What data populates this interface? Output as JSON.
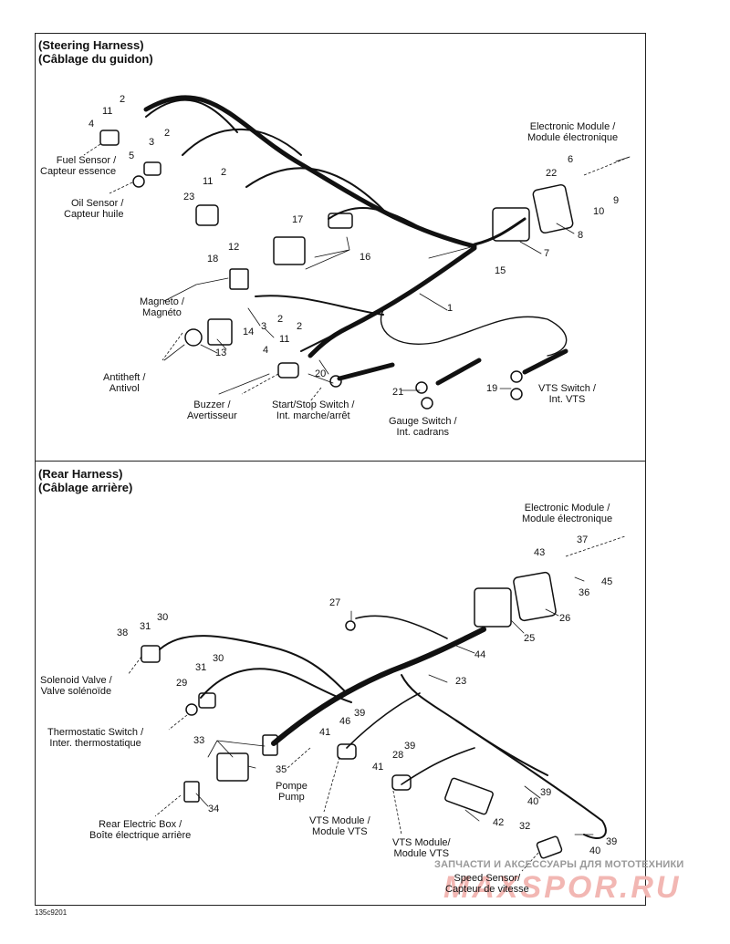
{
  "sections": {
    "steering": {
      "title_line1": "(Steering Harness)",
      "title_line2": "(Câblage du guidon)"
    },
    "rear": {
      "title_line1": "(Rear Harness)",
      "title_line2": "(Câblage arrière)"
    }
  },
  "steering_labels": {
    "electronic_module": [
      "Electronic Module /",
      "Module électronique"
    ],
    "fuel_sensor": [
      "Fuel Sensor /",
      "Capteur essence"
    ],
    "oil_sensor": [
      "Oil Sensor /",
      "Capteur huile"
    ],
    "magneto": [
      "Magneto /",
      "Magnéto"
    ],
    "antitheft": [
      "Antitheft /",
      "Antivol"
    ],
    "buzzer": [
      "Buzzer /",
      "Avertisseur"
    ],
    "start_stop": [
      "Start/Stop Switch /",
      "Int. marche/arrêt"
    ],
    "gauge_switch": [
      "Gauge Switch /",
      "Int. cadrans"
    ],
    "vts_switch": [
      "VTS Switch /",
      "Int. VTS"
    ]
  },
  "rear_labels": {
    "electronic_module": [
      "Electronic Module /",
      "Module électronique"
    ],
    "solenoid": [
      "Solenoid Valve /",
      "Valve solénoïde"
    ],
    "thermostatic": [
      "Thermostatic Switch /",
      "Inter. thermostatique"
    ],
    "pump": [
      "Pompe",
      "Pump"
    ],
    "rear_box": [
      "Rear Electric Box /",
      "Boîte électrique arrière"
    ],
    "vts_module_1": [
      "VTS Module /",
      "Module VTS"
    ],
    "vts_module_2": [
      "VTS Module/",
      "Module VTS"
    ],
    "speed_sensor": [
      "Speed Sensor/",
      "Capteur de vitesse"
    ]
  },
  "steering_numbers": [
    "2",
    "11",
    "4",
    "2",
    "3",
    "5",
    "2",
    "11",
    "23",
    "17",
    "6",
    "22",
    "9",
    "10",
    "8",
    "7",
    "16",
    "12",
    "18",
    "15",
    "1",
    "2",
    "3",
    "14",
    "13",
    "2",
    "11",
    "4",
    "20",
    "21",
    "19"
  ],
  "rear_numbers": [
    "37",
    "43",
    "45",
    "36",
    "26",
    "27",
    "25",
    "44",
    "30",
    "31",
    "38",
    "30",
    "31",
    "29",
    "23",
    "39",
    "46",
    "41",
    "33",
    "35",
    "39",
    "28",
    "41",
    "34",
    "40",
    "42",
    "32",
    "39",
    "40",
    "39"
  ],
  "figure_code": "135c9201",
  "watermark": {
    "line1": "ЗАПЧАСТИ И АКСЕССУАРЫ ДЛЯ МОТОТЕХНИКИ",
    "line2": "MAXSPOR.RU"
  },
  "colors": {
    "line": "#111111",
    "watermark_red": "#f2b7b3",
    "watermark_grey": "#999999"
  }
}
